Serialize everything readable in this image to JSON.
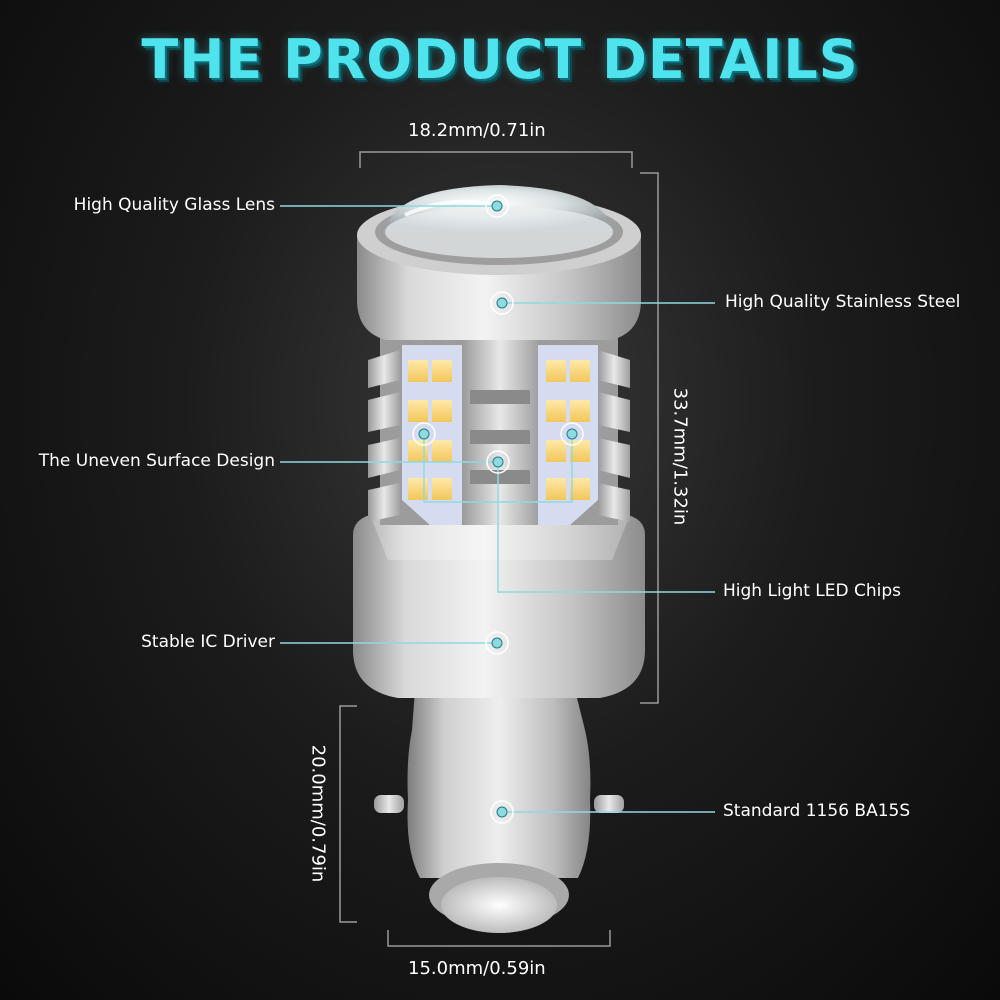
{
  "headline": "THE PRODUCT DETAILS",
  "dimensions": {
    "top_width": "18.2mm/0.71in",
    "body_height": "33.7mm/1.32in",
    "base_height": "20.0mm/0.79in",
    "base_width": "15.0mm/0.59in"
  },
  "callouts": {
    "glass_lens": "High Quality Glass Lens",
    "stainless_steel": "High Quality Stainless Steel",
    "uneven_surface": "The Uneven Surface Design",
    "led_chips": "High Light LED Chips",
    "ic_driver": "Stable IC Driver",
    "standard_base": "Standard 1156 BA15S"
  },
  "colors": {
    "accent": "#4fe3ee",
    "leader_line": "#8fd9e0",
    "dimension_line": "#9a9a9a",
    "background": "#141414"
  },
  "icons": {
    "marker": "target-dot-icon"
  }
}
